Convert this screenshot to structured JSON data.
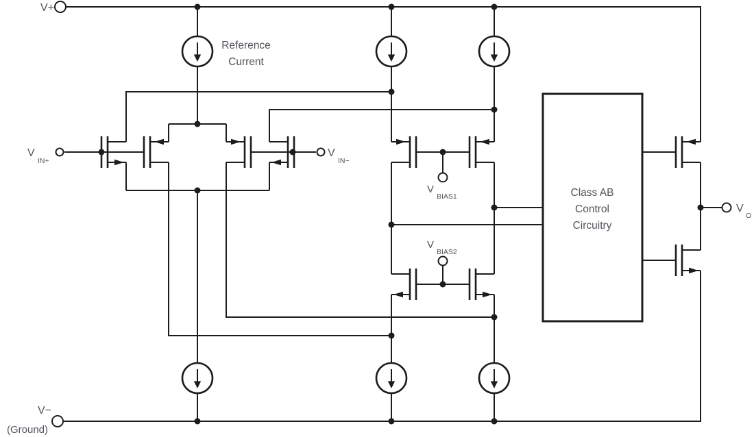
{
  "colors": {
    "wire": "#1c1c1e",
    "label": "#53535b",
    "background": "#ffffff"
  },
  "labels": {
    "v_plus": "V+",
    "v_minus": "V−",
    "ground": "(Ground)",
    "vin_plus": {
      "base": "V",
      "sub": "IN+"
    },
    "vin_minus": {
      "base": "V",
      "sub": "IN−"
    },
    "vbias1": {
      "base": "V",
      "sub": "BIAS1"
    },
    "vbias2": {
      "base": "V",
      "sub": "BIAS2"
    },
    "vout": {
      "base": "V",
      "sub": "O"
    },
    "reference_current": {
      "line1": "Reference",
      "line2": "Current"
    },
    "class_ab_box": {
      "line1": "Class AB",
      "line2": "Control",
      "line3": "Circuitry"
    }
  }
}
